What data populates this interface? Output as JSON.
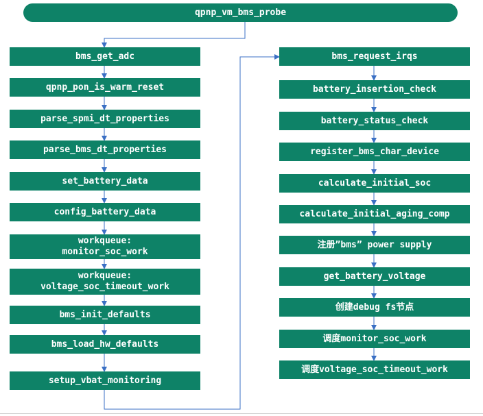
{
  "root": {
    "label": "qpnp_vm_bms_probe"
  },
  "left_steps": [
    "bms_get_adc",
    "qpnp_pon_is_warm_reset",
    "parse_spmi_dt_properties",
    "parse_bms_dt_properties",
    "set_battery_data",
    "config_battery_data",
    "workqueue:\nmonitor_soc_work",
    "workqueue:\nvoltage_soc_timeout_work",
    "bms_init_defaults",
    "bms_load_hw_defaults",
    "setup_vbat_monitoring"
  ],
  "right_steps": [
    "bms_request_irqs",
    "battery_insertion_check",
    "battery_status_check",
    "register_bms_char_device",
    "calculate_initial_soc",
    "calculate_initial_aging_comp",
    "注册”bms” power supply",
    "get_battery_voltage",
    "创建debug fs节点",
    "调度monitor_soc_work",
    "调度voltage_soc_timeout_work"
  ],
  "colors": {
    "node_fill": "#0e8267",
    "node_text": "#ffffff",
    "connector": "#3a6fc4"
  }
}
